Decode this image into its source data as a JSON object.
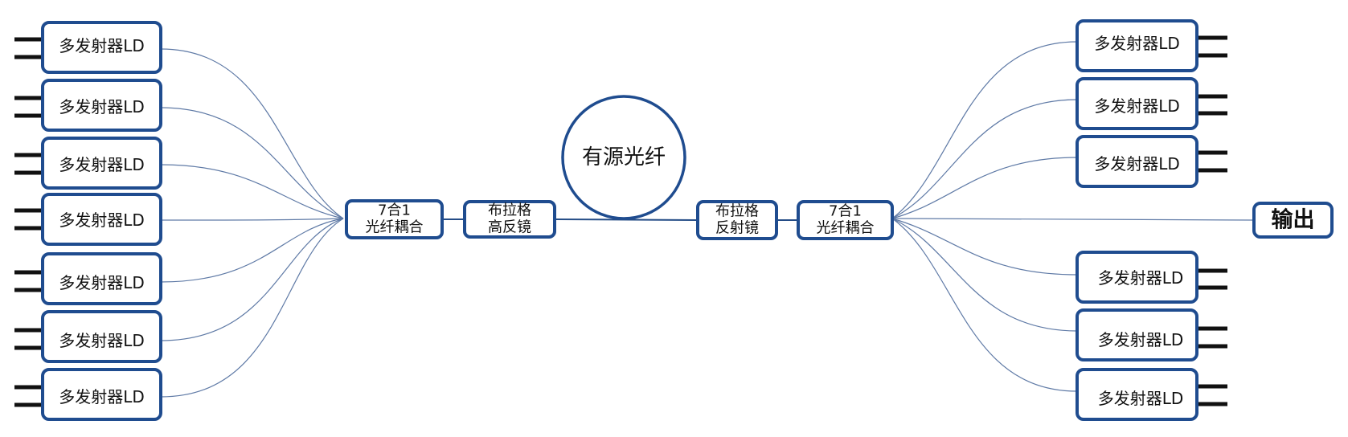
{
  "nodes": {
    "left_emitters": [
      "多发射器LD",
      "多发射器LD",
      "多发射器LD",
      "多发射器LD",
      "多发射器LD",
      "多发射器LD",
      "多发射器LD"
    ],
    "right_emitters": [
      "多发射器LD",
      "多发射器LD",
      "多发射器LD",
      "多发射器LD",
      "多发射器LD",
      "多发射器LD"
    ],
    "left_coupler": [
      "7合1",
      "光纤耦合"
    ],
    "left_grating": [
      "布拉格",
      "高反镜"
    ],
    "active_fiber": "有源光纤",
    "right_grating": [
      "布拉格",
      "反射镜"
    ],
    "right_coupler": [
      "7合1",
      "光纤耦合"
    ],
    "output": "输出"
  },
  "colors": {
    "box_border": "#1f4c8f",
    "fiber_line": "#5f7aa6",
    "trunk_line": "#244c86",
    "pin": "#111111"
  }
}
